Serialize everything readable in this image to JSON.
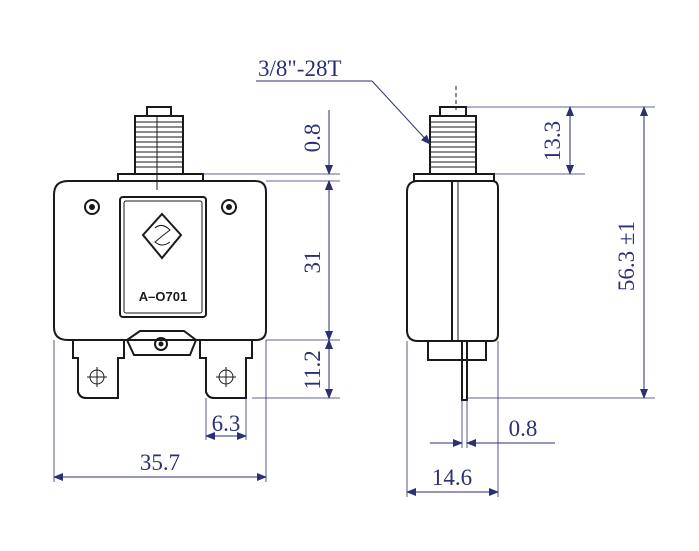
{
  "part_label": "A–O701",
  "dimensions": {
    "thread": "3/8\"-28T",
    "collar": "0.8",
    "body_height": "31",
    "terminal_height": "11.2",
    "terminal_width": "6.3",
    "overall_width": "35.7",
    "stem_height": "13.3",
    "overall_height": "56.3 ±1",
    "terminal_thickness": "0.8",
    "side_width": "14.6"
  },
  "colors": {
    "dimension": "#2b2f73",
    "outline": "#1a1a1a"
  },
  "icons": [
    "logo-icon",
    "mounting-hole-icon",
    "terminal-hole-icon"
  ]
}
